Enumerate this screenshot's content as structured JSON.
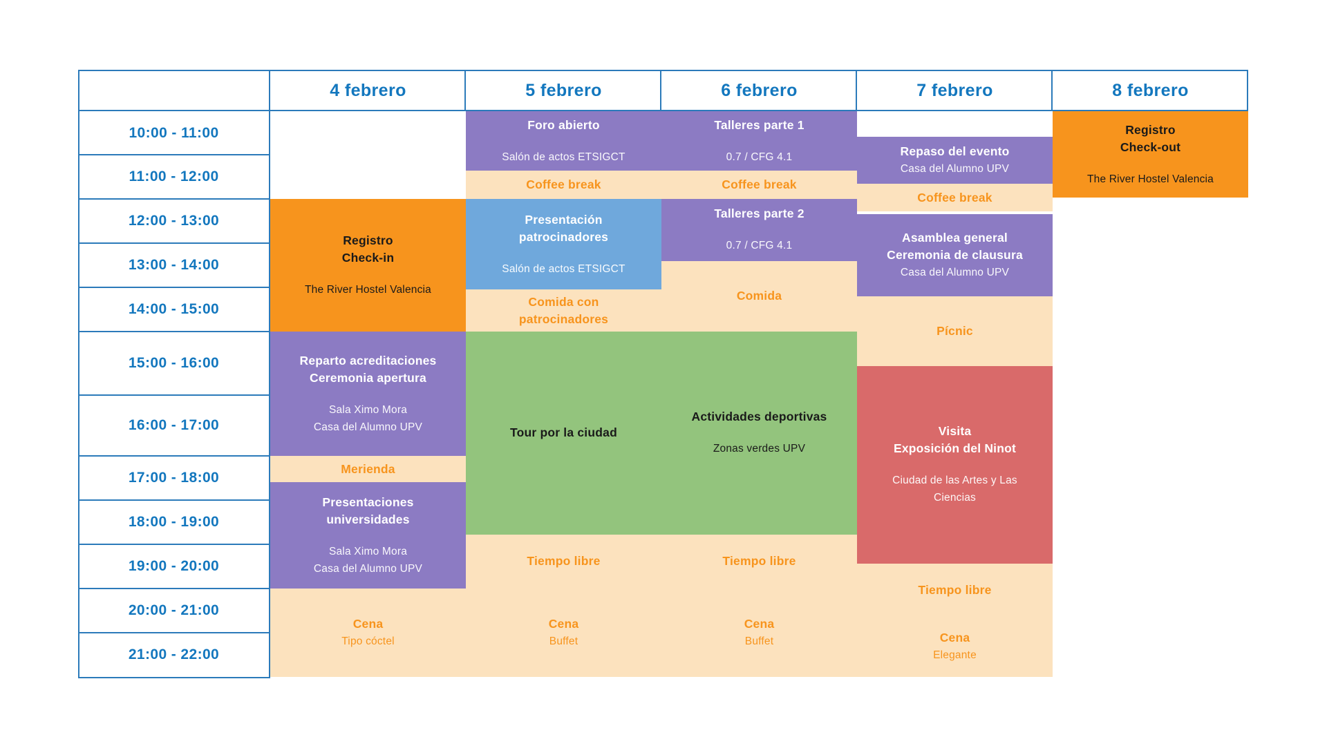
{
  "palette": {
    "orange": "#F7941D",
    "purple": "#8C7BC3",
    "blue": "#6FA8DC",
    "peach": "#FCE2BE",
    "green": "#93C47D",
    "red": "#D96A6A",
    "header_text_blue": "#1377BE",
    "grid_line_blue": "#2B7ABA",
    "accent_text_orange": "#F7941D",
    "dark_text": "#1A1A1A"
  },
  "header": {
    "day_labels": [
      "4 febrero",
      "5 febrero",
      "6 febrero",
      "7 febrero",
      "8 febrero"
    ]
  },
  "time_column": {
    "slots": [
      "10:00 - 11:00",
      "11:00 - 12:00",
      "12:00 - 13:00",
      "13:00 - 14:00",
      "14:00 - 15:00",
      "15:00 - 16:00",
      "16:00 - 17:00",
      "17:00 - 18:00",
      "18:00 - 19:00",
      "19:00 - 20:00",
      "20:00 - 21:00",
      "21:00 - 22:00"
    ]
  },
  "events": [
    {
      "id": "registro-check-in",
      "day": 0,
      "start": 12,
      "end": 15,
      "color": "orange",
      "gap": true,
      "title_lines": [
        "Registro",
        "Check-in"
      ],
      "subtitle_lines": [
        "The River Hostel Valencia"
      ]
    },
    {
      "id": "reparto-acreditaciones-ceremonia-apertura",
      "day": 0,
      "start": 15,
      "end": 17,
      "color": "purple",
      "gap": true,
      "title_lines": [
        "Reparto acreditaciones",
        "Ceremonia apertura"
      ],
      "subtitle_lines": [
        "Sala Ximo Mora",
        "Casa del Alumno UPV"
      ]
    },
    {
      "id": "merienda",
      "day": 0,
      "start": 17,
      "end": 17.6,
      "color": "peach",
      "title_lines": [
        "Merienda"
      ]
    },
    {
      "id": "presentaciones-universidades",
      "day": 0,
      "start": 17.6,
      "end": 20,
      "color": "purple",
      "gap": true,
      "title_lines": [
        "Presentaciones",
        "universidades"
      ],
      "subtitle_lines": [
        "Sala Ximo Mora",
        "Casa del Alumno UPV"
      ]
    },
    {
      "id": "cena-tipo-coctel",
      "day": 0,
      "start": 20,
      "end": 22,
      "color": "peach",
      "gap": false,
      "title_lines": [
        "Cena"
      ],
      "subtitle_lines": [
        "Tipo cóctel"
      ]
    },
    {
      "id": "foro-abierto",
      "day": 1,
      "start": 10,
      "end": 11.36,
      "color": "purple",
      "gap": true,
      "title_lines": [
        "Foro abierto"
      ],
      "subtitle_lines": [
        "Salón de actos ETSIGCT"
      ]
    },
    {
      "id": "coffee-break-5-feb",
      "day": 1,
      "start": 11.36,
      "end": 12,
      "color": "peach",
      "title_lines": [
        "Coffee break"
      ]
    },
    {
      "id": "presentacion-patrocinadores",
      "day": 1,
      "start": 12,
      "end": 14.05,
      "color": "blue",
      "gap": true,
      "title_lines": [
        "Presentación",
        "patrocinadores"
      ],
      "subtitle_lines": [
        "Salón de actos ETSIGCT"
      ]
    },
    {
      "id": "comida-con-patrocinadores",
      "day": 1,
      "start": 14.05,
      "end": 15,
      "color": "peach",
      "title_lines": [
        "Comida con",
        "patrocinadores"
      ]
    },
    {
      "id": "tour-por-la-ciudad",
      "day": 1,
      "start": 15,
      "end": 18.78,
      "color": "green",
      "title_lines": [
        "Tour por la ciudad"
      ]
    },
    {
      "id": "tiempo-libre-5-feb",
      "day": 1,
      "start": 18.78,
      "end": 20,
      "color": "peach",
      "title_lines": [
        "Tiempo libre"
      ]
    },
    {
      "id": "cena-buffet-5-feb",
      "day": 1,
      "start": 20,
      "end": 22,
      "color": "peach",
      "gap": false,
      "title_lines": [
        "Cena"
      ],
      "subtitle_lines": [
        "Buffet"
      ]
    },
    {
      "id": "talleres-parte-1",
      "day": 2,
      "start": 10,
      "end": 11.36,
      "color": "purple",
      "gap": true,
      "title_lines": [
        "Talleres parte 1"
      ],
      "subtitle_lines": [
        "0.7 / CFG 4.1"
      ]
    },
    {
      "id": "coffee-break-6-feb",
      "day": 2,
      "start": 11.36,
      "end": 12,
      "color": "peach",
      "title_lines": [
        "Coffee break"
      ]
    },
    {
      "id": "talleres-parte-2",
      "day": 2,
      "start": 12,
      "end": 13.4,
      "color": "purple",
      "gap": true,
      "title_lines": [
        "Talleres parte 2"
      ],
      "subtitle_lines": [
        "0.7 / CFG 4.1"
      ]
    },
    {
      "id": "comida",
      "day": 2,
      "start": 13.4,
      "end": 15,
      "color": "peach",
      "title_lines": [
        "Comida"
      ]
    },
    {
      "id": "actividades-deportivas",
      "day": 2,
      "start": 15,
      "end": 18.78,
      "color": "green",
      "gap": true,
      "title_lines": [
        "Actividades deportivas"
      ],
      "subtitle_lines": [
        "Zonas verdes UPV"
      ]
    },
    {
      "id": "tiempo-libre-6-feb",
      "day": 2,
      "start": 18.78,
      "end": 20,
      "color": "peach",
      "title_lines": [
        "Tiempo libre"
      ]
    },
    {
      "id": "cena-buffet-6-feb",
      "day": 2,
      "start": 20,
      "end": 22,
      "color": "peach",
      "gap": false,
      "title_lines": [
        "Cena"
      ],
      "subtitle_lines": [
        "Buffet"
      ]
    },
    {
      "id": "repaso-del-evento",
      "day": 3,
      "start": 10.58,
      "end": 11.66,
      "color": "purple",
      "gap": false,
      "title_lines": [
        "Repaso del evento"
      ],
      "subtitle_lines": [
        "Casa del Alumno UPV"
      ]
    },
    {
      "id": "coffee-break-7-feb",
      "day": 3,
      "start": 11.66,
      "end": 12.28,
      "color": "peach",
      "title_lines": [
        "Coffee break"
      ]
    },
    {
      "id": "asamblea-general-ceremonia-clausura",
      "day": 3,
      "start": 12.34,
      "end": 14.2,
      "color": "purple",
      "gap": false,
      "title_lines": [
        "Asamblea general",
        "Ceremonia de clausura"
      ],
      "subtitle_lines": [
        "Casa del Alumno UPV"
      ]
    },
    {
      "id": "picnic",
      "day": 3,
      "start": 14.2,
      "end": 15.54,
      "color": "peach",
      "title_lines": [
        "Pícnic"
      ]
    },
    {
      "id": "visita-exposicion-del-ninot",
      "day": 3,
      "start": 15.54,
      "end": 19.44,
      "color": "red",
      "gap": true,
      "title_lines": [
        "Visita",
        "Exposición del Ninot"
      ],
      "subtitle_lines": [
        "Ciudad de las Artes y Las",
        "Ciencias"
      ]
    },
    {
      "id": "tiempo-libre-7-feb",
      "day": 3,
      "start": 19.44,
      "end": 20.64,
      "color": "peach",
      "title_lines": [
        "Tiempo libre"
      ]
    },
    {
      "id": "cena-elegante",
      "day": 3,
      "start": 20.64,
      "end": 22,
      "color": "peach",
      "gap": false,
      "title_lines": [
        "Cena"
      ],
      "subtitle_lines": [
        "Elegante"
      ]
    },
    {
      "id": "registro-check-out",
      "day": 4,
      "start": 10,
      "end": 11.97,
      "color": "orange",
      "gap": true,
      "title_lines": [
        "Registro",
        "Check-out"
      ],
      "subtitle_lines": [
        "The River Hostel Valencia"
      ]
    }
  ]
}
